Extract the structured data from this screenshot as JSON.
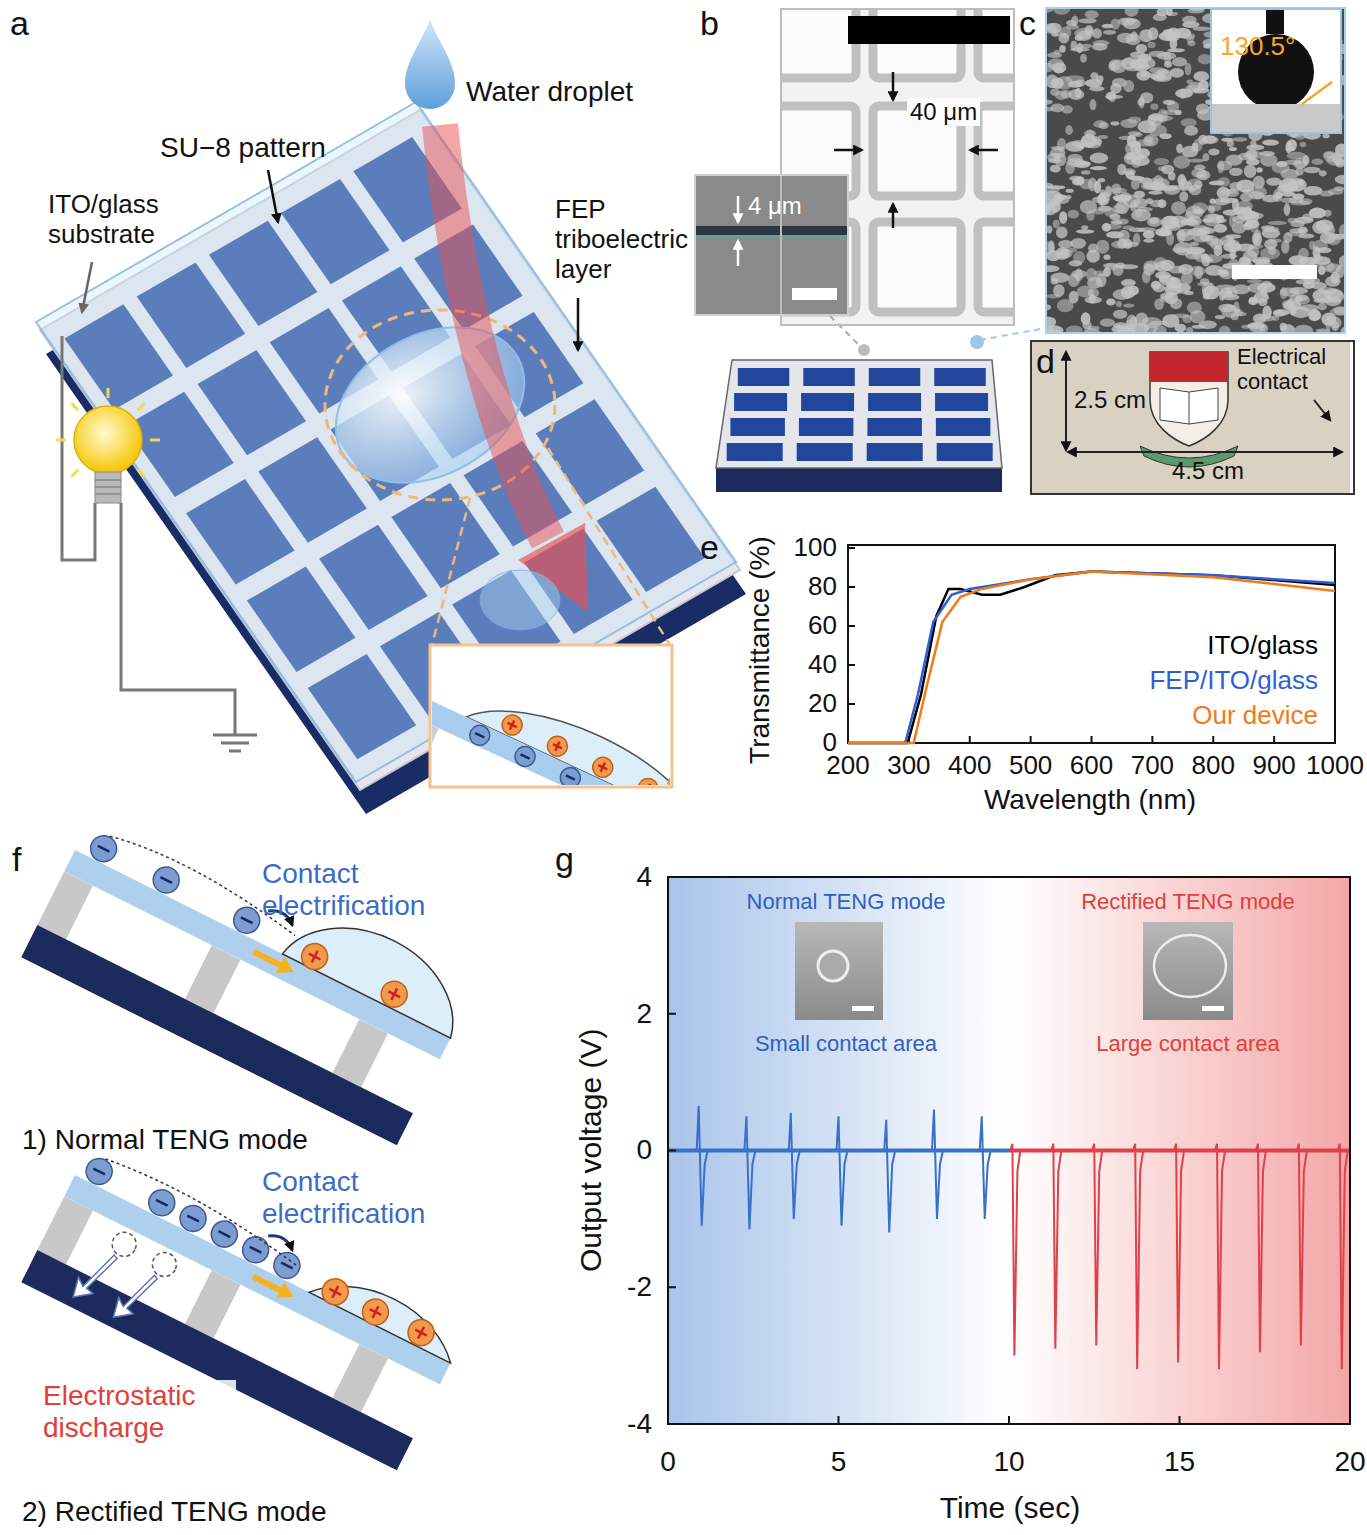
{
  "diagram": {
    "nodes": [
      {
        "text": [
          "40 μm"
        ]
      },
      {
        "text": [
          "4 μm"
        ],
        "in": 0
      },
      {
        "text": [
          "130.5°"
        ]
      },
      {
        "text": [
          "2.5 cm",
          "4.5 cm",
          "Electrical contact"
        ]
      }
    ],
    "labels": [
      "a",
      "Water droplet",
      "SU−8 pattern",
      "FEP triboelectric layer",
      "ITO/glass substrate",
      "b",
      "c",
      "d",
      "e",
      "Transmittance (%)",
      "100",
      "80",
      "60",
      "40",
      "20",
      "0",
      "200",
      "300",
      "400",
      "500",
      "600",
      "700",
      "800",
      "900",
      "1000",
      "Wavelength (nm)",
      "f",
      "Contact electrification",
      "1) Normal TENG mode",
      "Contact electrification",
      "Electrostatic discharge",
      "2) Rectified TENG mode",
      "g",
      "Output voltage (V)",
      "4",
      "2",
      "0",
      "-2",
      "-4",
      "0",
      "5",
      "10",
      "15",
      "20",
      "Time (sec)",
      "Normal TENG mode",
      "Small contact area",
      "Rectified TENG mode",
      "Large contact area"
    ],
    "legend": [
      {
        "text": "ITO/glass",
        "color": "#000000"
      },
      {
        "text": "FEP/ITO/glass",
        "color": "#2e5fd4"
      },
      {
        "text": "Our device",
        "color": "#f07a1a"
      }
    ]
  }
}
